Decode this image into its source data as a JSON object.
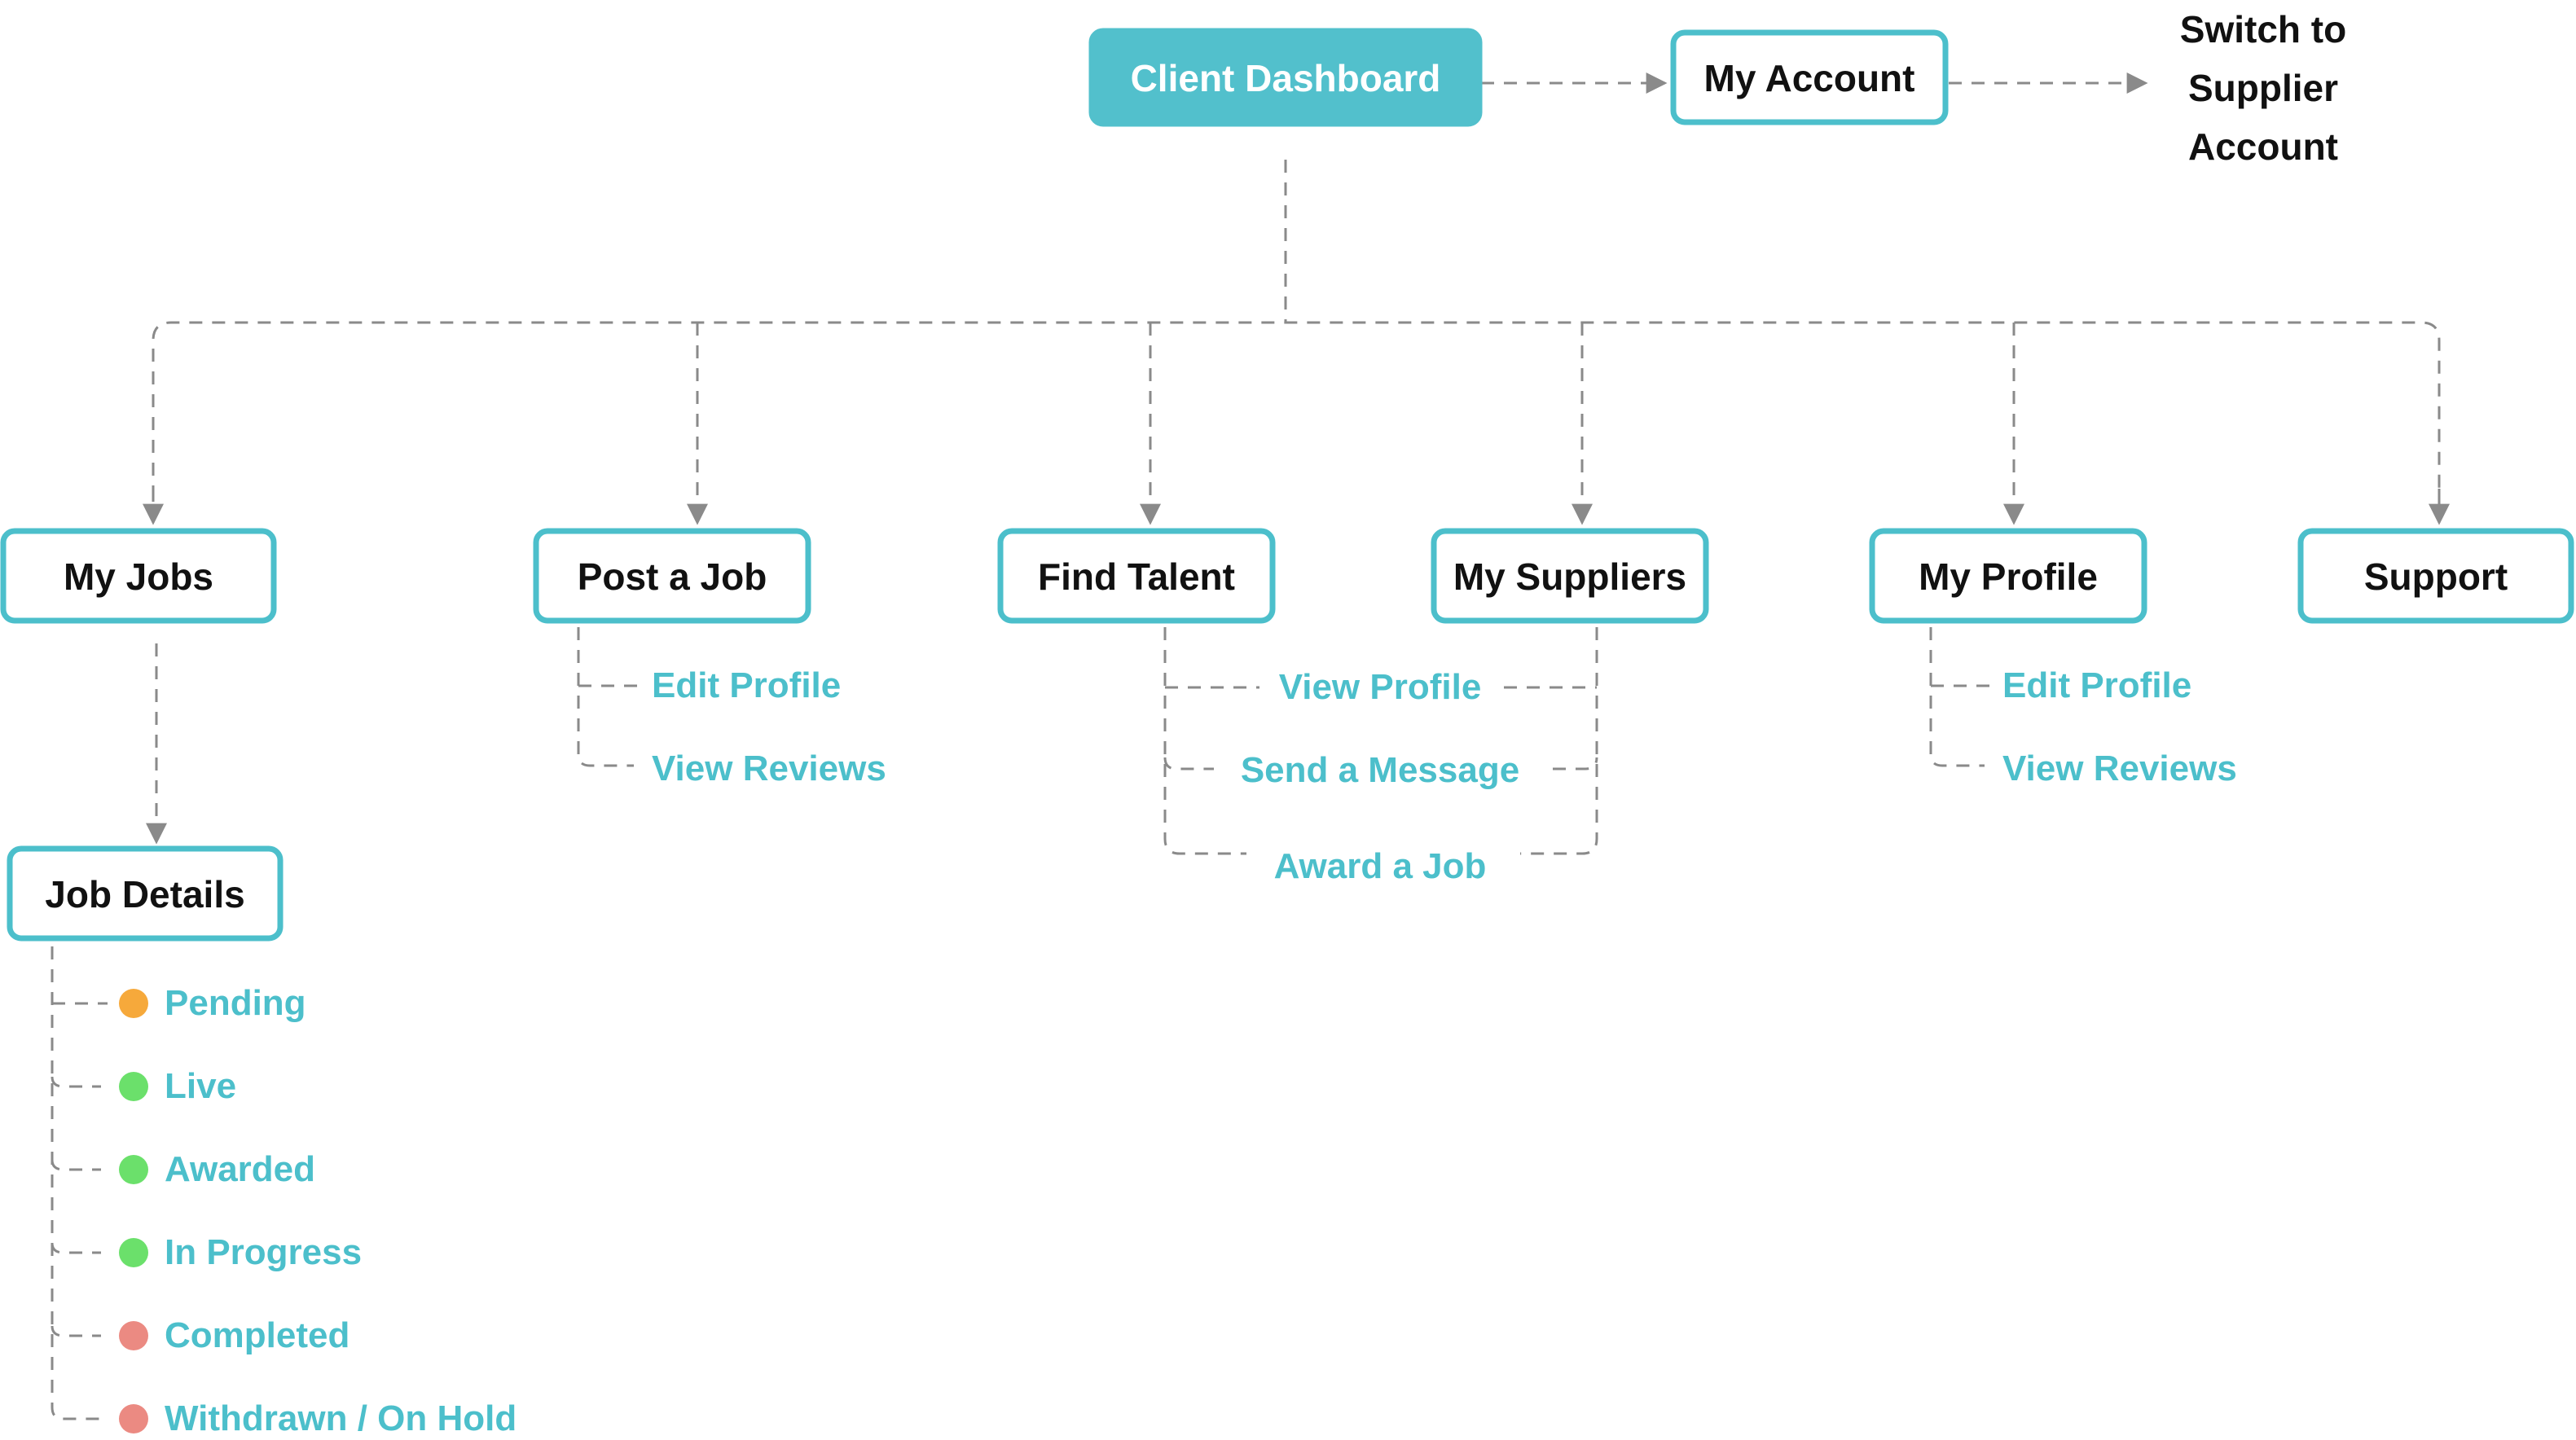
{
  "colors": {
    "accent": "#4cbfcb",
    "connector": "#8a8a8a",
    "status_pending": "#f6a93b",
    "status_active": "#6be06b",
    "status_closed": "#eb8a82"
  },
  "root": {
    "label": "Client Dashboard"
  },
  "account": {
    "label": "My Account",
    "switch_line1": "Switch to",
    "switch_line2": "Supplier",
    "switch_line3": "Account"
  },
  "sections": {
    "my_jobs": "My Jobs",
    "post_job": "Post a Job",
    "find_talent": "Find Talent",
    "my_suppliers": "My Suppliers",
    "my_profile": "My Profile",
    "support": "Support"
  },
  "job_details": {
    "label": "Job Details",
    "statuses": [
      {
        "label": "Pending",
        "color": "#f6a93b"
      },
      {
        "label": "Live",
        "color": "#6be06b"
      },
      {
        "label": "Awarded",
        "color": "#6be06b"
      },
      {
        "label": "In Progress",
        "color": "#6be06b"
      },
      {
        "label": "Completed",
        "color": "#eb8a82"
      },
      {
        "label": "Withdrawn / On Hold",
        "color": "#eb8a82"
      }
    ]
  },
  "post_job_children": [
    "Edit Profile",
    "View Reviews"
  ],
  "talent_children": [
    "View Profile",
    "Send a Message",
    "Award a Job"
  ],
  "profile_children": [
    "Edit Profile",
    "View Reviews"
  ]
}
